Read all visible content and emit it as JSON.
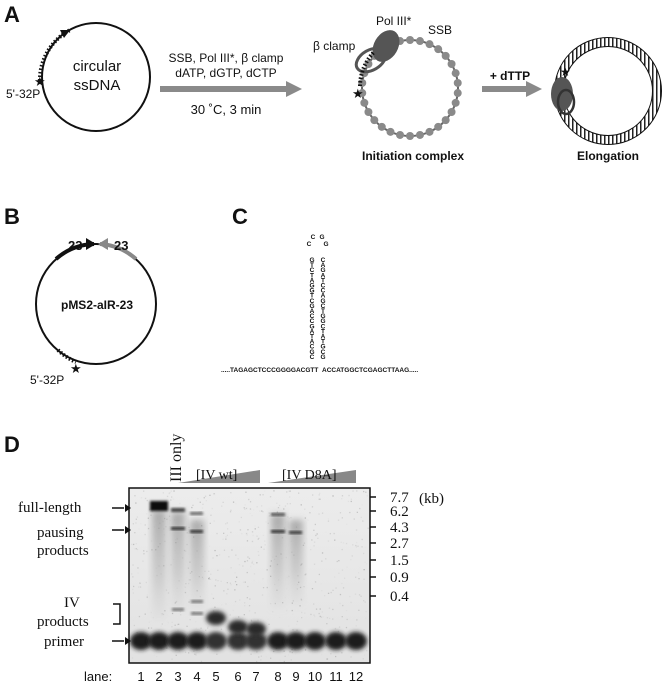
{
  "panel_a": {
    "letter": "A",
    "label_32p": "5'-32P",
    "circle_label_line1": "circular",
    "circle_label_line2": "ssDNA",
    "reagents_line1": "SSB, Pol III*, β clamp",
    "reagents_line2": "dATP, dGTP, dCTP",
    "conditions": "30 ˚C, 3 min",
    "pol_label": "Pol III*",
    "ssb_label": "SSB",
    "clamp_label": "β clamp",
    "initiation_caption": "Initiation complex",
    "dttp_label": "+ dTTP",
    "elongation_caption": "Elongation"
  },
  "panel_b": {
    "letter": "B",
    "left_number": "23",
    "right_number": "23",
    "plasmid_name": "pMS2-aIR-23",
    "label_32p": "5'-32P"
  },
  "panel_c": {
    "letter": "C",
    "loop": [
      "C",
      "G",
      "C",
      "G"
    ],
    "stem_left": [
      "G",
      "T",
      "C",
      "T",
      "A",
      "G",
      "G",
      "T",
      "C",
      "G",
      "A",
      "C",
      "C",
      "G",
      "A",
      "T",
      "A",
      "C",
      "G",
      "C"
    ],
    "stem_right": [
      "C",
      "A",
      "G",
      "A",
      "T",
      "C",
      "C",
      "A",
      "G",
      "C",
      "T",
      "G",
      "G",
      "C",
      "T",
      "A",
      "T",
      "G",
      "C",
      "G"
    ],
    "left_flank": ".....TAGAGCTCCCGGGGACGTT",
    "right_flank": "ACCATGGCTCGAGCTTAAG....."
  },
  "panel_d": {
    "letter": "D",
    "lane_header": "III only",
    "wt_label": "[IV wt]",
    "d8a_label": "[IV D8A]",
    "left_labels": {
      "full_length": "full-length",
      "pausing_1": "pausing",
      "pausing_2": "products",
      "iv_1": "IV",
      "iv_2": "products",
      "primer": "primer"
    },
    "size_markers": [
      "7.7",
      "6.2",
      "4.3",
      "2.7",
      "1.5",
      "0.9",
      "0.4"
    ],
    "size_unit": "(kb)",
    "lane_prefix": "lane:",
    "lanes": [
      "1",
      "2",
      "3",
      "4",
      "5",
      "6",
      "7",
      "8",
      "9",
      "10",
      "11",
      "12"
    ]
  }
}
